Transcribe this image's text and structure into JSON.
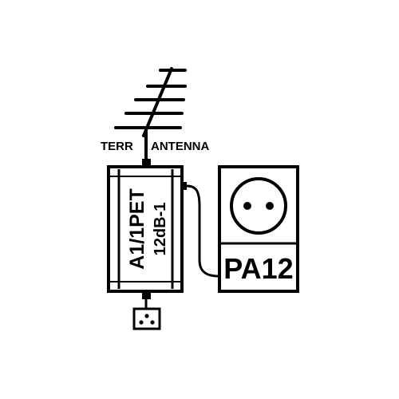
{
  "antenna": {
    "label_left": "TERR",
    "label_right": "ANTENNA"
  },
  "amplifier": {
    "model": "A1/1PET",
    "gain": "12dB-1"
  },
  "power_supply": {
    "label": "PA12"
  },
  "colors": {
    "ink": "#000000",
    "background": "#ffffff"
  }
}
